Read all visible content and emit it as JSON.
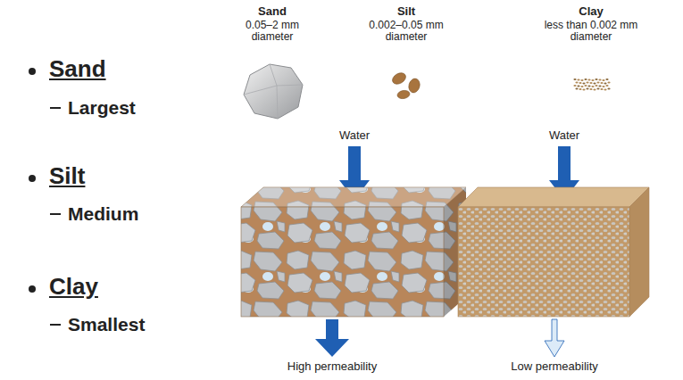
{
  "diagram": {
    "labels": [
      "Sand",
      "Largest",
      "Silt",
      "Medium",
      "Clay",
      "Smallest",
      "Sand",
      "0.05–2 mm diameter",
      "Silt",
      "0.002–0.05 mm diameter",
      "Clay",
      "less than 0.002 mm diameter",
      "Water",
      "Water",
      "High permeability",
      "Low permeability"
    ]
  }
}
